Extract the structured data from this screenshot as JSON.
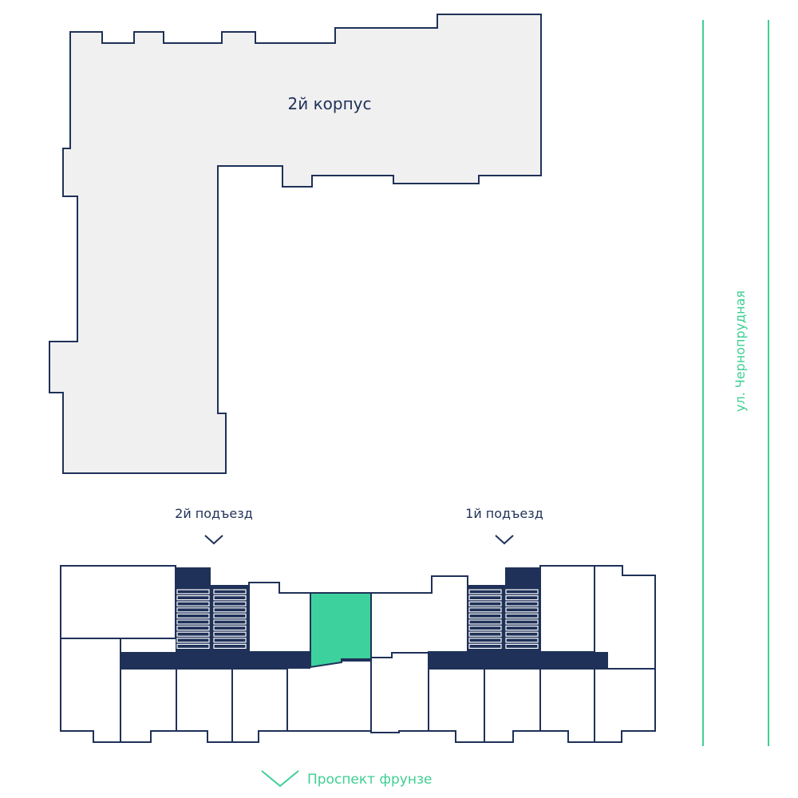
{
  "labels": {
    "building2": "2й корпус",
    "entrance2": "2й подъезд",
    "entrance1": "1й подъезд",
    "street": "ул. Чернопрудная",
    "avenue": "Проспект фрунзе"
  },
  "colors": {
    "navy": "#1f3158",
    "green": "#3ecf94",
    "selected": "#3dd29d",
    "building_fill": "#f0f0f0"
  },
  "icons": {
    "entrance_marker": "chevron-down-icon",
    "avenue_marker": "chevron-down-icon"
  }
}
